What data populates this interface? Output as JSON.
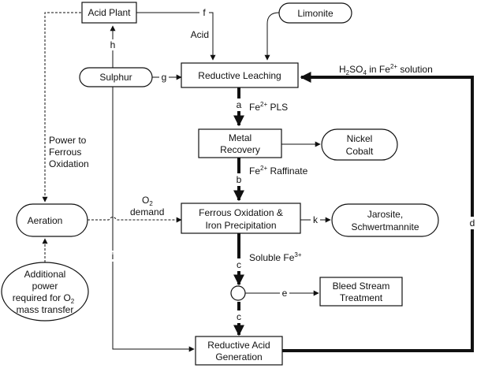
{
  "nodes": {
    "acid_plant": "Acid Plant",
    "limonite": "Limonite",
    "sulphur": "Sulphur",
    "reductive_leaching": "Reductive Leaching",
    "metal_recovery": [
      "Metal",
      "Recovery"
    ],
    "nickel_cobalt": [
      "Nickel",
      "Cobalt"
    ],
    "aeration": "Aeration",
    "ferrous_oxidation": [
      "Ferrous Oxidation &",
      "Iron Precipitation"
    ],
    "jarosite": [
      "Jarosite,",
      "Schwertmannite"
    ],
    "bleed_stream": [
      "Bleed Stream",
      "Treatment"
    ],
    "additional_power": [
      "Additional",
      "power",
      "required for O",
      "mass transfer"
    ],
    "additional_power_sub": "2",
    "reductive_acid": [
      "Reductive Acid",
      "Generation"
    ]
  },
  "stream_labels": {
    "a": "a",
    "b": "b",
    "c1": "c",
    "c2": "c",
    "d": "d",
    "e": "e",
    "f": "f",
    "g": "g",
    "h": "h",
    "i": "i",
    "k": "k"
  },
  "annotations": {
    "acid": "Acid",
    "h2so4_pre": "H",
    "h2so4_sub": "2",
    "h2so4_mid": "SO",
    "h2so4_sub2": "4",
    "h2so4_post": " in Fe",
    "h2so4_sup": "2+",
    "h2so4_end": " solution",
    "fe_pls_pre": "Fe",
    "fe_pls_sup": "2+",
    "fe_pls_post": " PLS",
    "fe_raff_pre": "Fe",
    "fe_raff_sup": "2+",
    "fe_raff_post": " Raffinate",
    "soluble_pre": "Soluble Fe",
    "soluble_sup": "3+",
    "power_to": [
      "Power to",
      "Ferrous",
      "Oxidation"
    ],
    "o2_pre": "O",
    "o2_sub": "2",
    "demand": "demand"
  }
}
